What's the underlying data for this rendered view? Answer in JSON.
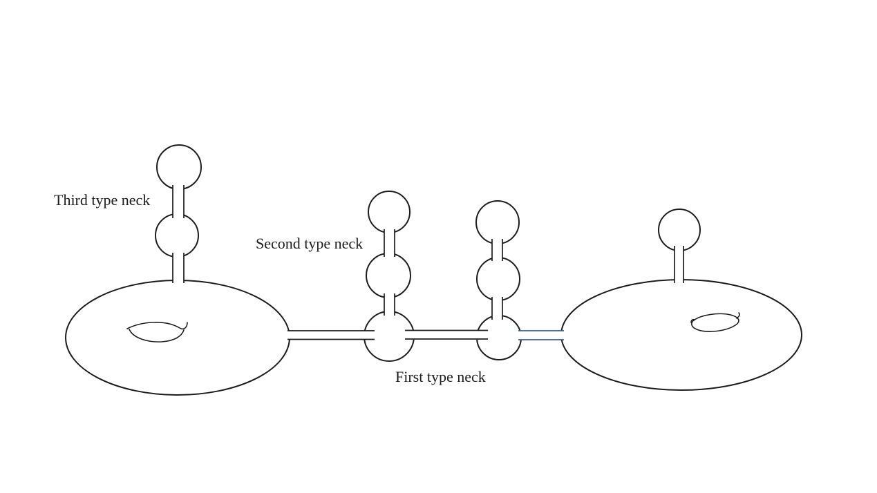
{
  "figure": {
    "background": "#ffffff",
    "ink_color": "#1c1c1c",
    "colors": {
      "blue_neck": "#3f5e87"
    },
    "labels": {
      "third_type_neck": "Third type neck",
      "second_type_neck": "Second type neck",
      "first_type_neck": "First type neck"
    }
  }
}
